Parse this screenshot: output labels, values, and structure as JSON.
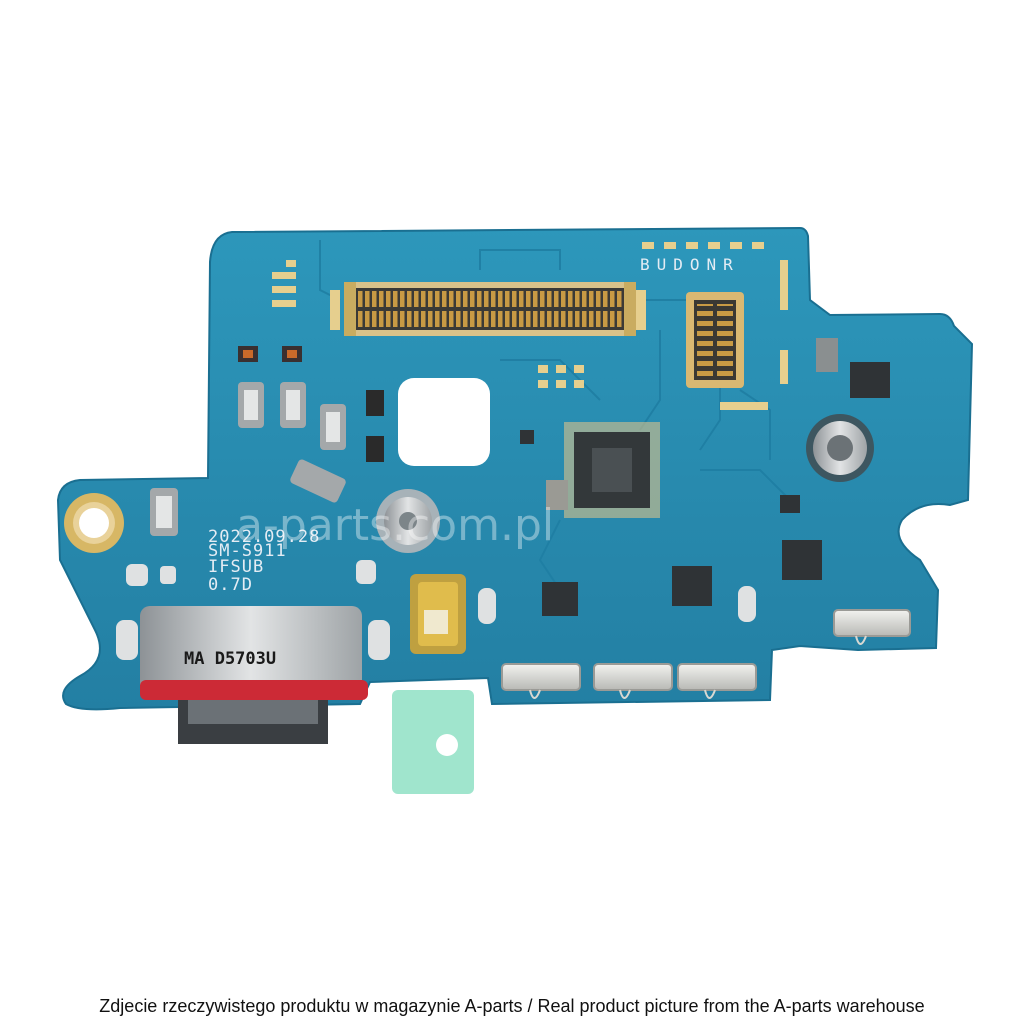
{
  "board": {
    "date_code": "2022.09.28",
    "model": "SM-S911",
    "board_name": "IFSUB",
    "revision": "0.7D",
    "pad_letters": "BUDONR",
    "connector_code": "MA D5703U"
  },
  "watermark": "a-parts.com.pl",
  "caption": "Zdjecie rzeczywistego produktu w magazynie A-parts / Real product picture from the A-parts warehouse",
  "colors": {
    "board": "#2b8fb3",
    "background": "#ffffff",
    "usb_ring": "#cc2a36",
    "gasket": "#8fe0c4",
    "contact_gold": "#c89a44"
  }
}
